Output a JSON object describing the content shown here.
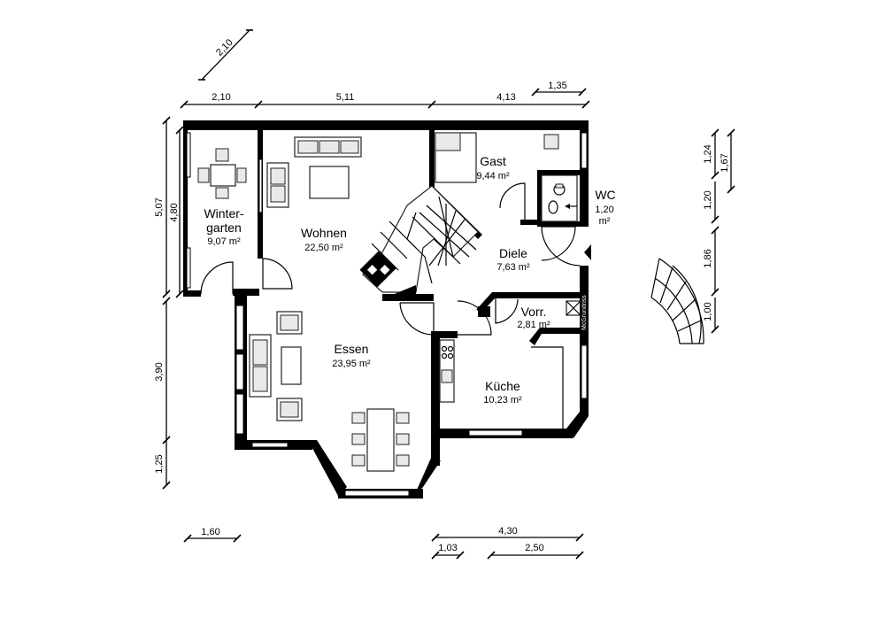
{
  "rooms": {
    "wintergarten": {
      "title_line1": "Winter-",
      "title_line2": "garten",
      "area": "9,07 m²"
    },
    "wohnen": {
      "title": "Wohnen",
      "area": "22,50 m²"
    },
    "gast": {
      "title": "Gast",
      "area": "9,44 m²"
    },
    "wc": {
      "title": "WC",
      "area_line1": "1,20",
      "area_line2": "m²"
    },
    "diele": {
      "title": "Diele",
      "area": "7,63 m²"
    },
    "vorr": {
      "title": "Vorr.",
      "area": "2,81 m²"
    },
    "essen": {
      "title": "Essen",
      "area": "23,95 m²"
    },
    "kueche": {
      "title": "Küche",
      "area": "10,23 m²"
    }
  },
  "dimensions": {
    "top_210": "2,10",
    "top_511": "5,11",
    "top_413": "4,13",
    "top_135": "1,35",
    "diag_210": "2,10",
    "left_507": "5,07",
    "left_480": "4,80",
    "left_390": "3,90",
    "left_125": "1,25",
    "right_124": "1,24",
    "right_167": "1,67",
    "right_120": "1,20",
    "right_186": "1,86",
    "right_100": "1,00",
    "bottom_160": "1,60",
    "bottom_430": "4,30",
    "bottom_103": "1,03",
    "bottom_250": "2,50"
  },
  "brand": "McGrundriss"
}
